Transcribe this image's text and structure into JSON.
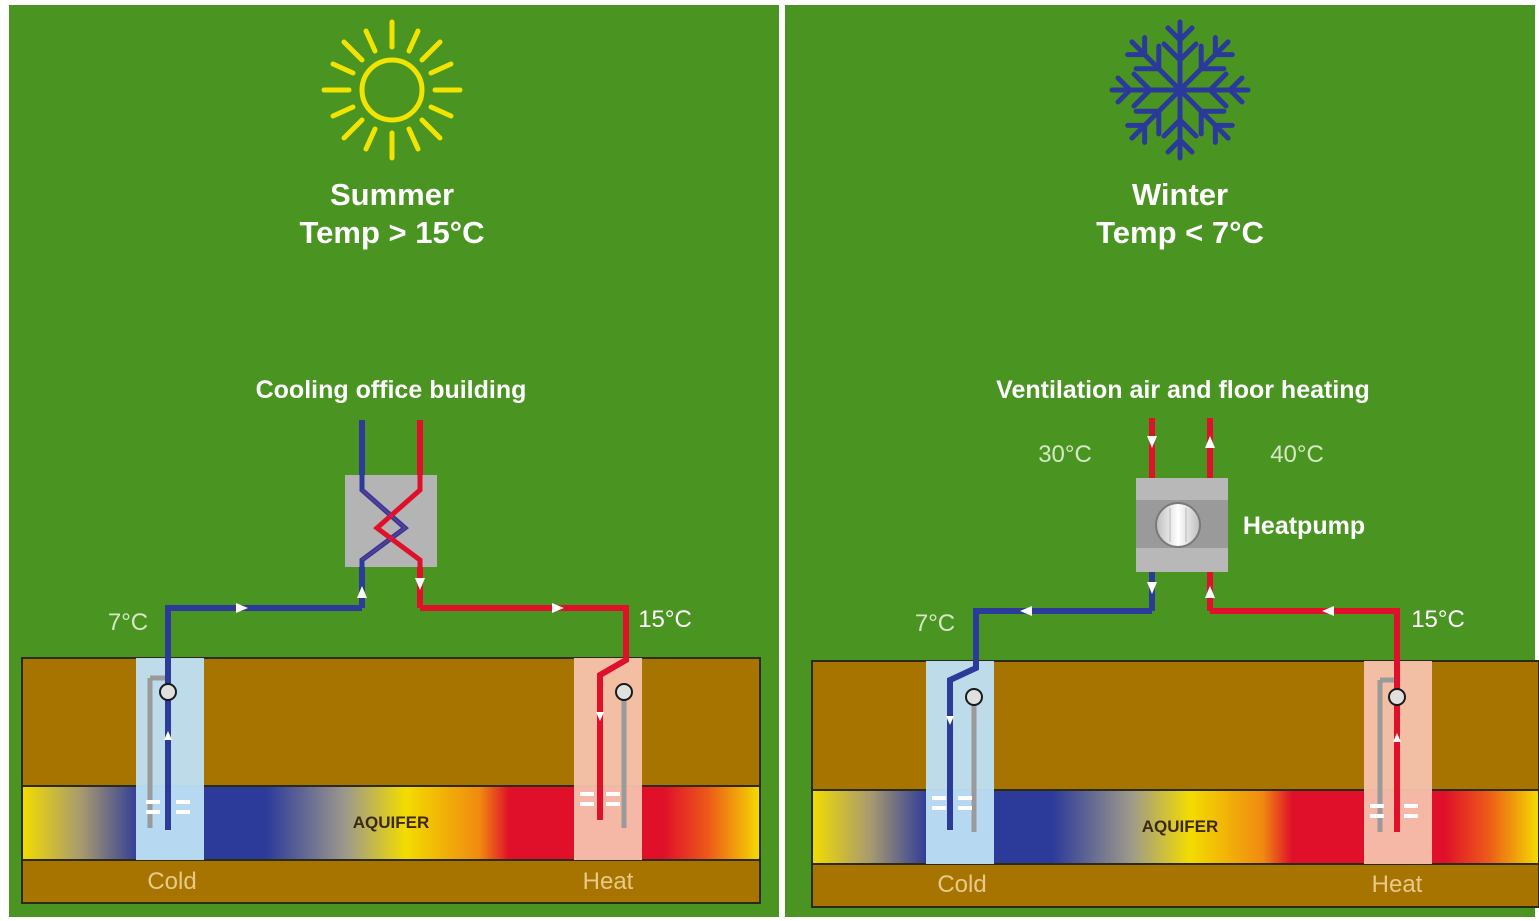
{
  "summer": {
    "season": "Summer",
    "temp": "Temp > 15°C",
    "application": "Cooling office building",
    "cold_temp": "7°C",
    "warm_temp": "15°C",
    "aquifer": "AQUIFER",
    "cold_well": "Cold",
    "warm_well": "Heat",
    "icon": "sun-icon"
  },
  "winter": {
    "season": "Winter",
    "temp": "Temp < 7°C",
    "application": "Ventilation air and floor heating",
    "supply_temp_left": "30°C",
    "supply_temp_right": "40°C",
    "device": "Heatpump",
    "cold_temp": "7°C",
    "warm_temp": "15°C",
    "aquifer": "AQUIFER",
    "cold_well": "Cold",
    "warm_well": "Heat",
    "icon": "snowflake-icon"
  },
  "colors": {
    "background": "#4a9422",
    "earth": "#a87400",
    "cold_pipe": "#2c3a9a",
    "warm_pipe": "#e0102a",
    "sun": "#f2e400",
    "snowflake": "#2a3a9a"
  }
}
